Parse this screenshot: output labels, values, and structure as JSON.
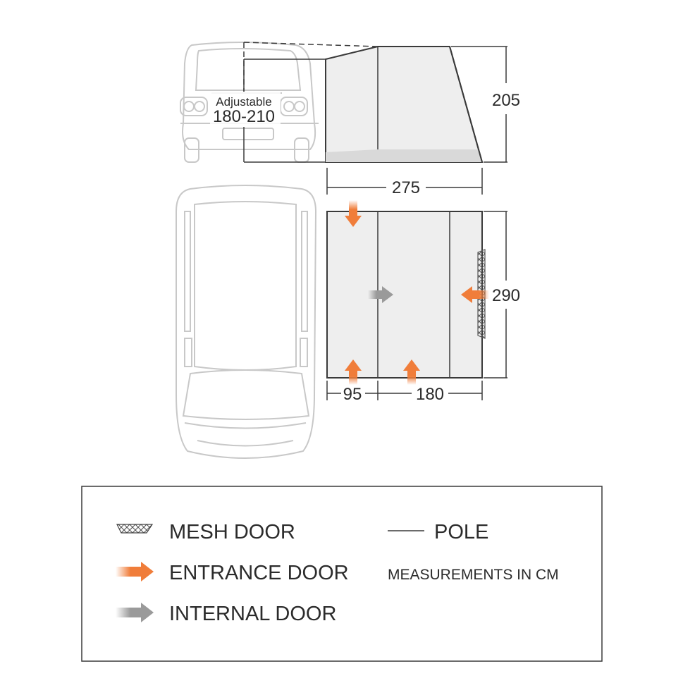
{
  "colors": {
    "entrance": "#f07d3a",
    "internal": "#9a9a9a",
    "line": "#3a3a3a",
    "vehicle": "#c8c8c8",
    "tent_fill": "#eeeeee",
    "floor_fill": "#d9d9d9"
  },
  "dimensions": {
    "adjustable_label": "Adjustable",
    "adjustable_range": "180-210",
    "height": "205",
    "width": "275",
    "depth": "290",
    "section_small": "95",
    "section_large": "180"
  },
  "legend": {
    "mesh_door": {
      "icon": "mesh-door-icon",
      "label": "MESH DOOR"
    },
    "entrance_door": {
      "icon": "orange-arrow-icon",
      "label": "ENTRANCE DOOR"
    },
    "internal_door": {
      "icon": "grey-arrow-icon",
      "label": "INTERNAL DOOR"
    },
    "pole": {
      "icon": "pole-line-icon",
      "label": "POLE"
    },
    "measurements": "MEASUREMENTS IN CM"
  }
}
